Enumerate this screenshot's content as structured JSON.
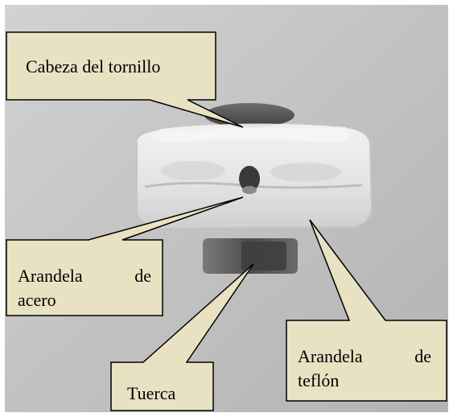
{
  "image_description_free": true,
  "callouts": {
    "screw_head": {
      "text": "Cabeza del tornillo"
    },
    "steel_washer": {
      "line1_word1": "Arandela",
      "line1_word2": "de",
      "line2": "acero"
    },
    "teflon_washer": {
      "line1_word1": "Arandela",
      "line1_word2": "de",
      "line2": "teflón"
    },
    "nut": {
      "text": "Tuerca"
    }
  },
  "colors": {
    "callout_fill": "#e8e2c2",
    "background_gray": "#bfbfbf",
    "teflon_white": "#ededed",
    "metal_dark": "#5a5a5a"
  }
}
